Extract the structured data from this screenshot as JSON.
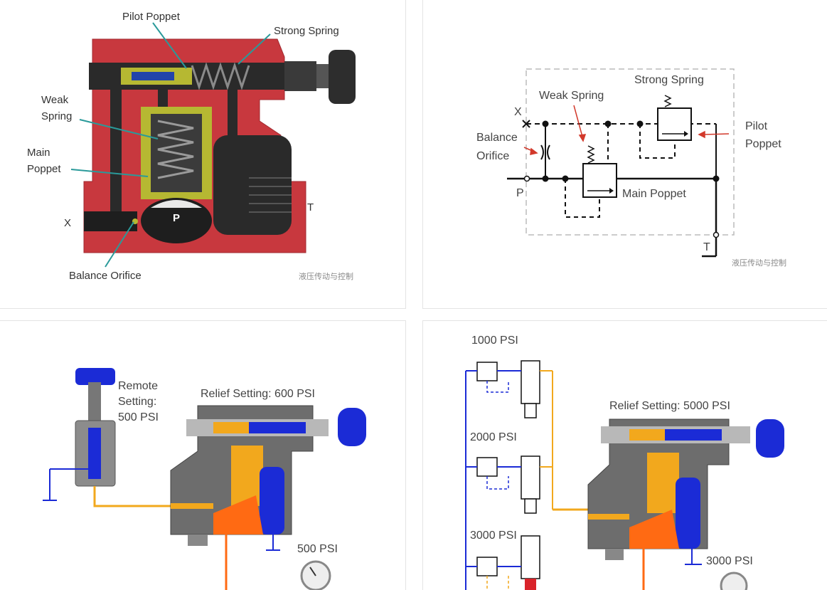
{
  "panel1": {
    "pilot_poppet": "Pilot Poppet",
    "strong_spring": "Strong Spring",
    "weak": "Weak",
    "spring": "Spring",
    "main": "Main",
    "poppet": "Poppet",
    "x": "X",
    "p": "P",
    "t": "T",
    "balance_orifice": "Balance Orifice",
    "watermark": "液压传动与控制"
  },
  "panel2": {
    "strong_spring": "Strong Spring",
    "weak_spring": "Weak Spring",
    "x": "X",
    "balance": "Balance",
    "orifice": "Orifice",
    "p": "P",
    "pilot": "Pilot",
    "poppet": "Poppet",
    "main_poppet": "Main Poppet",
    "t": "T",
    "watermark": "液压传动与控制"
  },
  "panel3": {
    "remote": "Remote",
    "setting": "Setting:",
    "remote_psi": "500 PSI",
    "relief_setting": "Relief Setting: 600 PSI",
    "gauge_psi": "500 PSI"
  },
  "panel4": {
    "psi_1000": "1000 PSI",
    "psi_2000": "2000 PSI",
    "psi_3000": "3000 PSI",
    "relief_setting": "Relief Setting: 5000 PSI",
    "gauge_psi": "3000 PSI"
  }
}
